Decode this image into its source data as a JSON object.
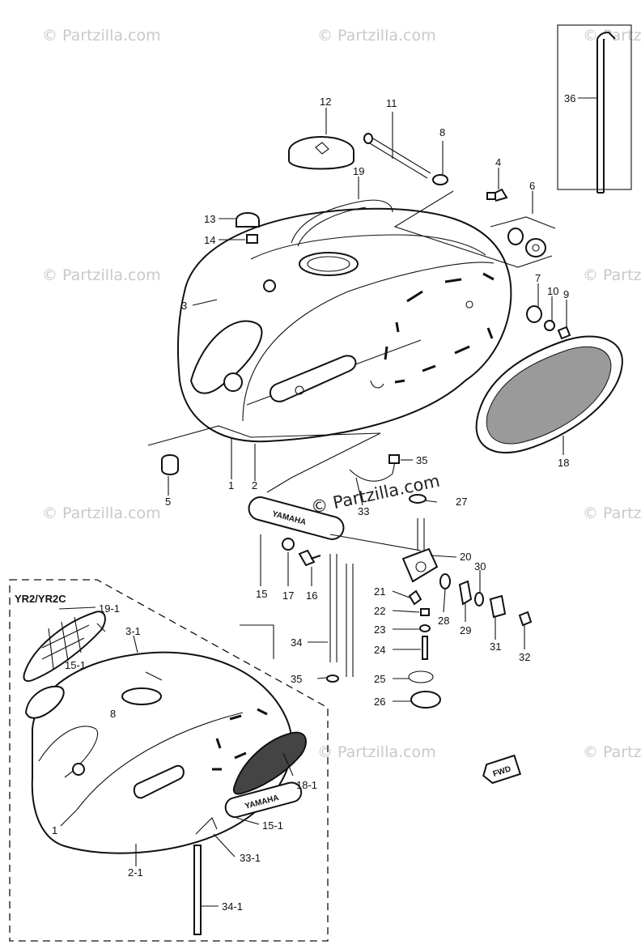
{
  "watermark": {
    "text": "© Partzilla.com"
  },
  "variant_box": {
    "label": "YR2/YR2C"
  },
  "emblem_text": "YAMAHA",
  "front_arrow_text": "FWD",
  "callouts": {
    "c1": "1",
    "c2": "2",
    "c3": "3",
    "c4": "4",
    "c5": "5",
    "c6": "6",
    "c7": "7",
    "c8": "8",
    "c9": "9",
    "c10": "10",
    "c11": "11",
    "c12": "12",
    "c13": "13",
    "c14": "14",
    "c15": "15",
    "c16": "16",
    "c17": "17",
    "c18": "18",
    "c19": "19",
    "c20": "20",
    "c21": "21",
    "c22": "22",
    "c23": "23",
    "c24": "24",
    "c25": "25",
    "c26": "26",
    "c27": "27",
    "c28": "28",
    "c29": "29",
    "c30": "30",
    "c31": "31",
    "c32": "32",
    "c33": "33",
    "c34": "34",
    "c35a": "35",
    "c35b": "35",
    "c36": "36",
    "v1": "1",
    "v2_1": "2-1",
    "v3_1": "3-1",
    "v8": "8",
    "v15_1a": "15-1",
    "v15_1b": "15-1",
    "v18_1": "18-1",
    "v19_1": "19-1",
    "v33_1": "33-1",
    "v34_1": "34-1"
  }
}
